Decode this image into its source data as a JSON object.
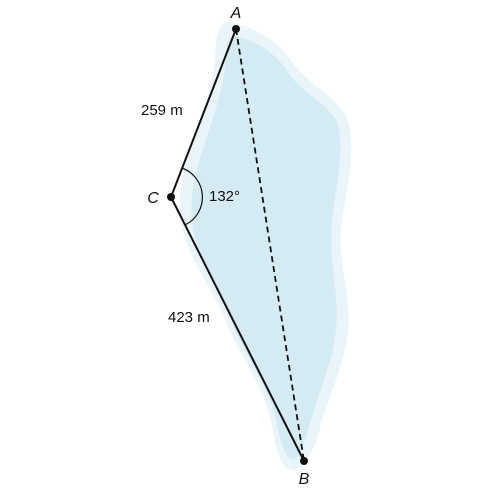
{
  "diagram": {
    "vertices": {
      "a": "A",
      "b": "B",
      "c": "C"
    },
    "side_ca": "259 m",
    "side_cb": "423 m",
    "angle_c": "132°"
  },
  "colors": {
    "lake_fill": "#d4ebf4",
    "lake_halo": "#eaf5fa",
    "line": "#111111",
    "background": "#ffffff"
  }
}
